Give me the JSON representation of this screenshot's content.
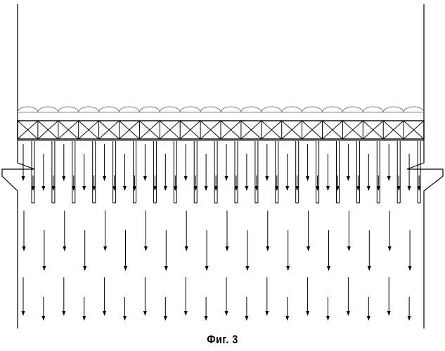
{
  "figure": {
    "caption": "Фиг. 3"
  },
  "style": {
    "line_color": "#000000",
    "arc_color": "#666666",
    "background": "#ffffff"
  },
  "diagram": {
    "cell_count": 20,
    "tube_count": 20,
    "arrow_rows": 5
  }
}
